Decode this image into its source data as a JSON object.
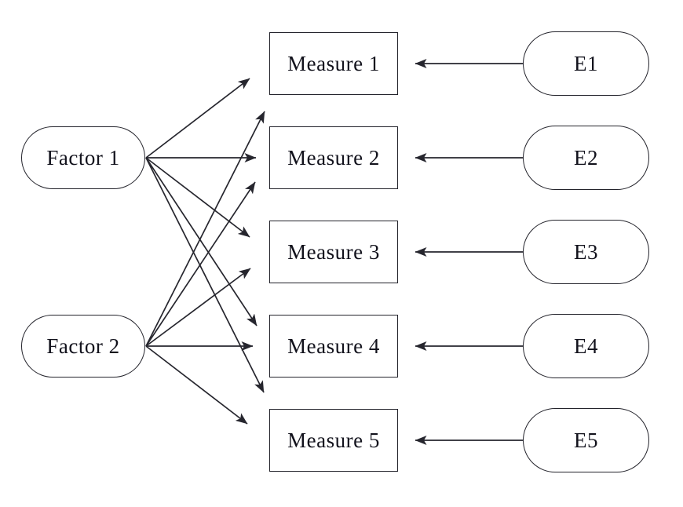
{
  "diagram": {
    "type": "factor-analysis-path-diagram",
    "factors": [
      {
        "id": "factor1",
        "label": "Factor 1"
      },
      {
        "id": "factor2",
        "label": "Factor 2"
      }
    ],
    "measures": [
      {
        "id": "measure1",
        "label": "Measure 1"
      },
      {
        "id": "measure2",
        "label": "Measure 2"
      },
      {
        "id": "measure3",
        "label": "Measure 3"
      },
      {
        "id": "measure4",
        "label": "Measure 4"
      },
      {
        "id": "measure5",
        "label": "Measure 5"
      }
    ],
    "errors": [
      {
        "id": "e1",
        "label": "E1"
      },
      {
        "id": "e2",
        "label": "E2"
      },
      {
        "id": "e3",
        "label": "E3"
      },
      {
        "id": "e4",
        "label": "E4"
      },
      {
        "id": "e5",
        "label": "E5"
      }
    ],
    "edges": [
      {
        "from": "Factor 1",
        "to": "Measure 1",
        "arrow": "single"
      },
      {
        "from": "Factor 1",
        "to": "Measure 2",
        "arrow": "single"
      },
      {
        "from": "Factor 1",
        "to": "Measure 3",
        "arrow": "single"
      },
      {
        "from": "Factor 1",
        "to": "Measure 4",
        "arrow": "single"
      },
      {
        "from": "Factor 1",
        "to": "Measure 5",
        "arrow": "single"
      },
      {
        "from": "Factor 2",
        "to": "Measure 1",
        "arrow": "single"
      },
      {
        "from": "Factor 2",
        "to": "Measure 2",
        "arrow": "single"
      },
      {
        "from": "Factor 2",
        "to": "Measure 3",
        "arrow": "single"
      },
      {
        "from": "Factor 2",
        "to": "Measure 4",
        "arrow": "single"
      },
      {
        "from": "Factor 2",
        "to": "Measure 5",
        "arrow": "single"
      },
      {
        "from": "E1",
        "to": "Measure 1",
        "arrow": "single"
      },
      {
        "from": "E2",
        "to": "Measure 2",
        "arrow": "single"
      },
      {
        "from": "E3",
        "to": "Measure 3",
        "arrow": "single"
      },
      {
        "from": "E4",
        "to": "Measure 4",
        "arrow": "single"
      },
      {
        "from": "E5",
        "to": "Measure 5",
        "arrow": "single"
      }
    ],
    "colors": {
      "background": "#ffffff",
      "line": "#26262e",
      "node_border": "#23232b",
      "text": "#12121c"
    }
  }
}
